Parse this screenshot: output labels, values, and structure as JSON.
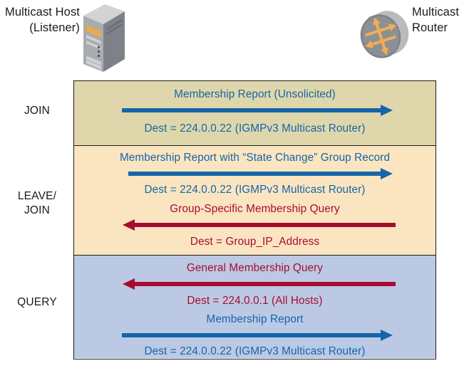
{
  "endpoints": {
    "host": {
      "label": "Multicast Host\n(Listener)",
      "icon": "tower-computer-icon"
    },
    "router": {
      "label": "Multicast\nRouter",
      "icon": "router-cylinder-icon"
    }
  },
  "colors": {
    "blue_message": "#1565a8",
    "red_message": "#a80b30",
    "band_join_bg": "#dfd7ab",
    "band_leave_bg": "#fbe5c0",
    "band_query_bg": "#bcc9e4",
    "router_arrow": "#f2ad54",
    "frame_border": "#1b1b1b"
  },
  "bands": [
    {
      "id": "join",
      "stage_label": "JOIN",
      "messages": [
        {
          "title": "Membership Report (Unsolicited)",
          "dest": "Dest = 224.0.0.22 (IGMPv3 Multicast Router)",
          "direction": "host-to-router",
          "color": "blue"
        }
      ]
    },
    {
      "id": "leave",
      "stage_label": "LEAVE/\nJOIN",
      "messages": [
        {
          "title": "Membership Report with “State Change” Group Record",
          "dest": "Dest = 224.0.0.22 (IGMPv3 Multicast Router)",
          "direction": "host-to-router",
          "color": "blue"
        },
        {
          "title": "Group-Specific Membership Query",
          "dest": "Dest = Group_IP_Address",
          "direction": "router-to-host",
          "color": "red"
        }
      ]
    },
    {
      "id": "query",
      "stage_label": "QUERY",
      "messages": [
        {
          "title": "General Membership Query",
          "dest": "Dest = 224.0.0.1 (All Hosts)",
          "direction": "router-to-host",
          "color": "red"
        },
        {
          "title": "Membership Report",
          "dest": "Dest = 224.0.0.22 (IGMPv3 Multicast Router)",
          "direction": "host-to-router",
          "color": "blue"
        }
      ]
    }
  ]
}
